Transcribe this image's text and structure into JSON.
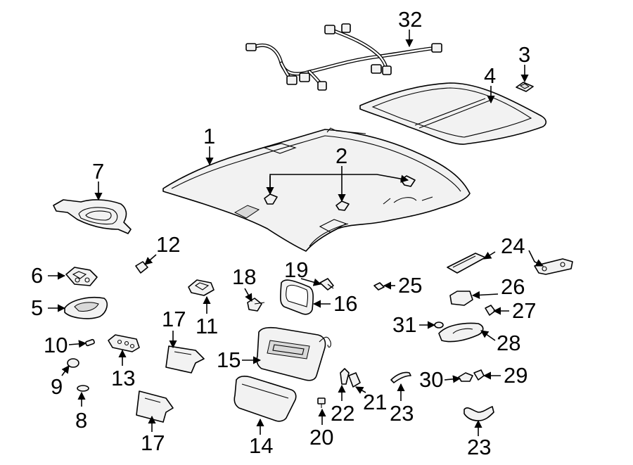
{
  "labels": {
    "n1": "1",
    "n2": "2",
    "n3": "3",
    "n4": "4",
    "n5": "5",
    "n6": "6",
    "n7": "7",
    "n8": "8",
    "n9": "9",
    "n10": "10",
    "n11": "11",
    "n12": "12",
    "n13": "13",
    "n14": "14",
    "n15": "15",
    "n16": "16",
    "n17a": "17",
    "n17b": "17",
    "n18": "18",
    "n19": "19",
    "n20": "20",
    "n21": "21",
    "n22": "22",
    "n23a": "23",
    "n23b": "23",
    "n24": "24",
    "n25": "25",
    "n26": "26",
    "n27": "27",
    "n28": "28",
    "n29": "29",
    "n30": "30",
    "n31": "31",
    "n32": "32"
  }
}
